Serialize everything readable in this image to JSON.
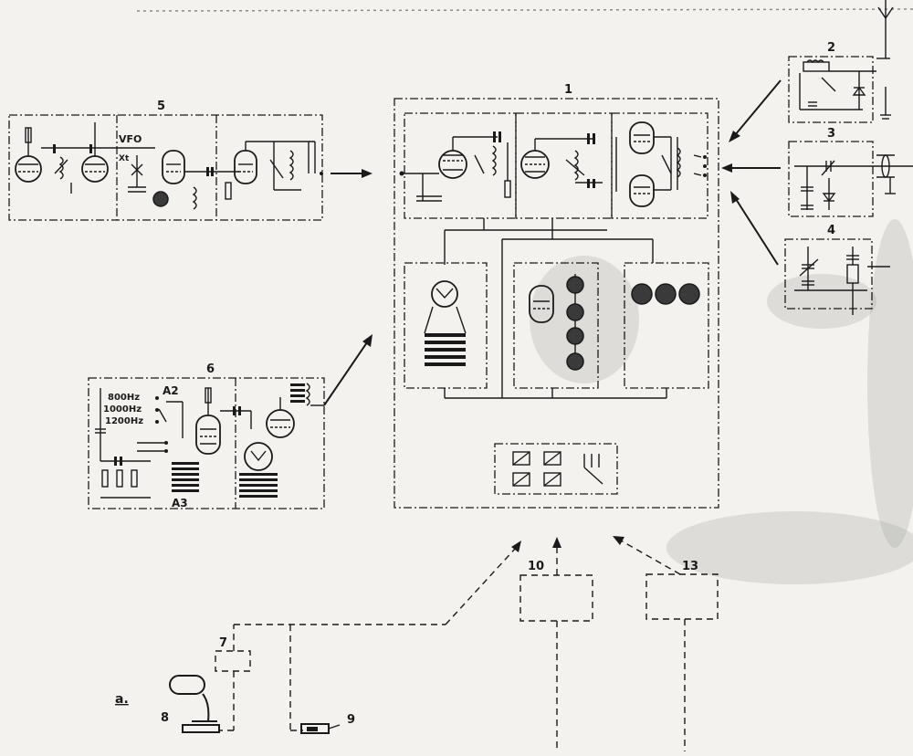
{
  "labels": {
    "block1": "1",
    "block2": "2",
    "block3": "3",
    "block4": "4",
    "block5": "5",
    "block6": "6",
    "block7": "7",
    "block8": "8",
    "block9": "9",
    "block10": "10",
    "block13": "13",
    "vfo": "VFO",
    "xtal": "Xt",
    "a2": "A2",
    "a3": "A3",
    "f800": "800Hz",
    "f1000": "1000Hz",
    "f1200": "1200Hz",
    "figure_letter": "a."
  }
}
